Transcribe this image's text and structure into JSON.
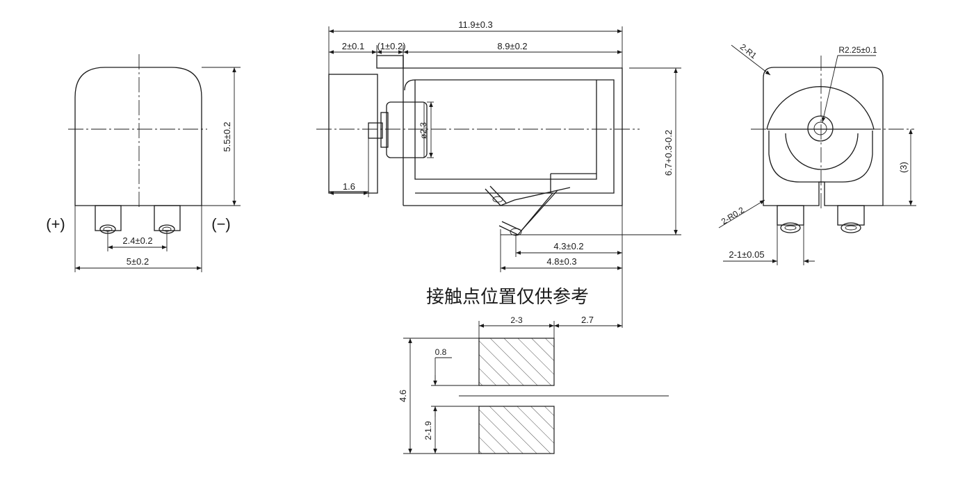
{
  "front_view": {
    "width_dim": "5±0.2",
    "height_dim": "5.5±0.2",
    "pin_pitch_dim": "2.4±0.2",
    "pos_label": "(+)",
    "neg_label": "(−)"
  },
  "side_view": {
    "length_dim": "11.9±0.3",
    "flange_dim": "2±0.1",
    "gap_dim": "(1±0.2)",
    "body_dim": "8.9±0.2",
    "diameter_dim": "ø2.3",
    "height_dim": "6.7+0.3-0.2",
    "base_dim": "1.6",
    "contact1_dim": "4.3±0.2",
    "contact2_dim": "4.8±0.3",
    "note": "接触点位置仅供参考"
  },
  "right_view": {
    "corner_radius_dim": "2-R1",
    "radius_dim": "R2.25±0.1",
    "offset_dim": "(3)",
    "small_radius_dim": "2-R0.2",
    "pin_width_dim": "2-1±0.05"
  },
  "pad_layout": {
    "pad_width_dim": "2-3",
    "offset_dim": "2.7",
    "gap_dim": "0.8",
    "total_height_dim": "4.6",
    "pad_height_dim": "2-1.9"
  }
}
